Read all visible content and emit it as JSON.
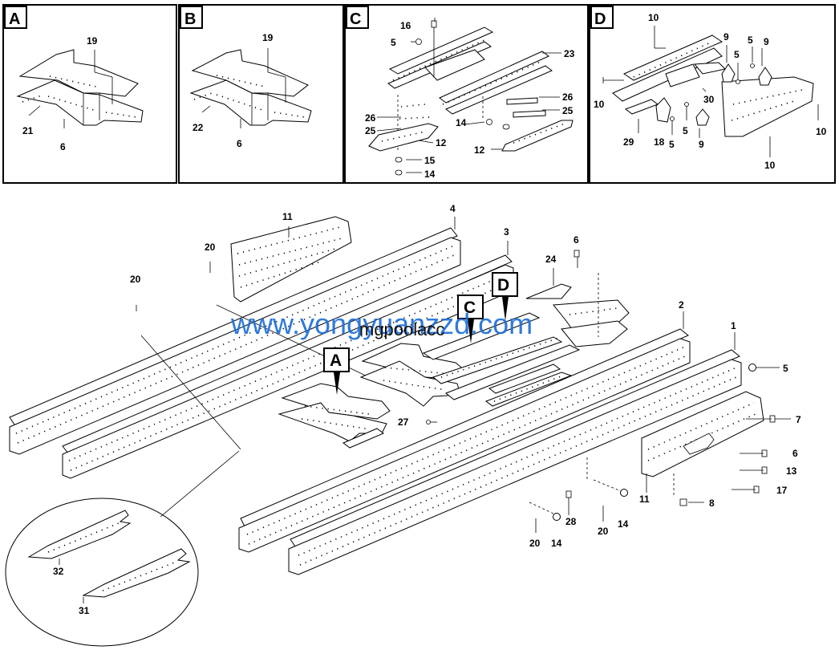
{
  "panels": [
    {
      "letter": "A",
      "labels": [
        "19",
        "21",
        "6"
      ]
    },
    {
      "letter": "B",
      "labels": [
        "19",
        "22",
        "6"
      ]
    },
    {
      "letter": "C",
      "labels": [
        "16",
        "5",
        "23",
        "26",
        "25",
        "12",
        "14",
        "26",
        "25",
        "15",
        "12",
        "14"
      ]
    },
    {
      "letter": "D",
      "labels": [
        "10",
        "9",
        "5",
        "5",
        "9",
        "10",
        "30",
        "29",
        "18",
        "5",
        "5",
        "9",
        "10",
        "10"
      ]
    }
  ],
  "main": {
    "callouts": [
      "A",
      "C",
      "D"
    ],
    "labels": [
      "11",
      "20",
      "20",
      "4",
      "3",
      "6",
      "24",
      "2",
      "1",
      "5",
      "27",
      "7",
      "6",
      "13",
      "17",
      "11",
      "8",
      "28",
      "20",
      "14",
      "20",
      "14"
    ],
    "detail_labels": [
      "32",
      "31"
    ]
  },
  "watermark": {
    "text": "www.yongyuanzzd.com",
    "overlay": "mgpoolacc"
  }
}
